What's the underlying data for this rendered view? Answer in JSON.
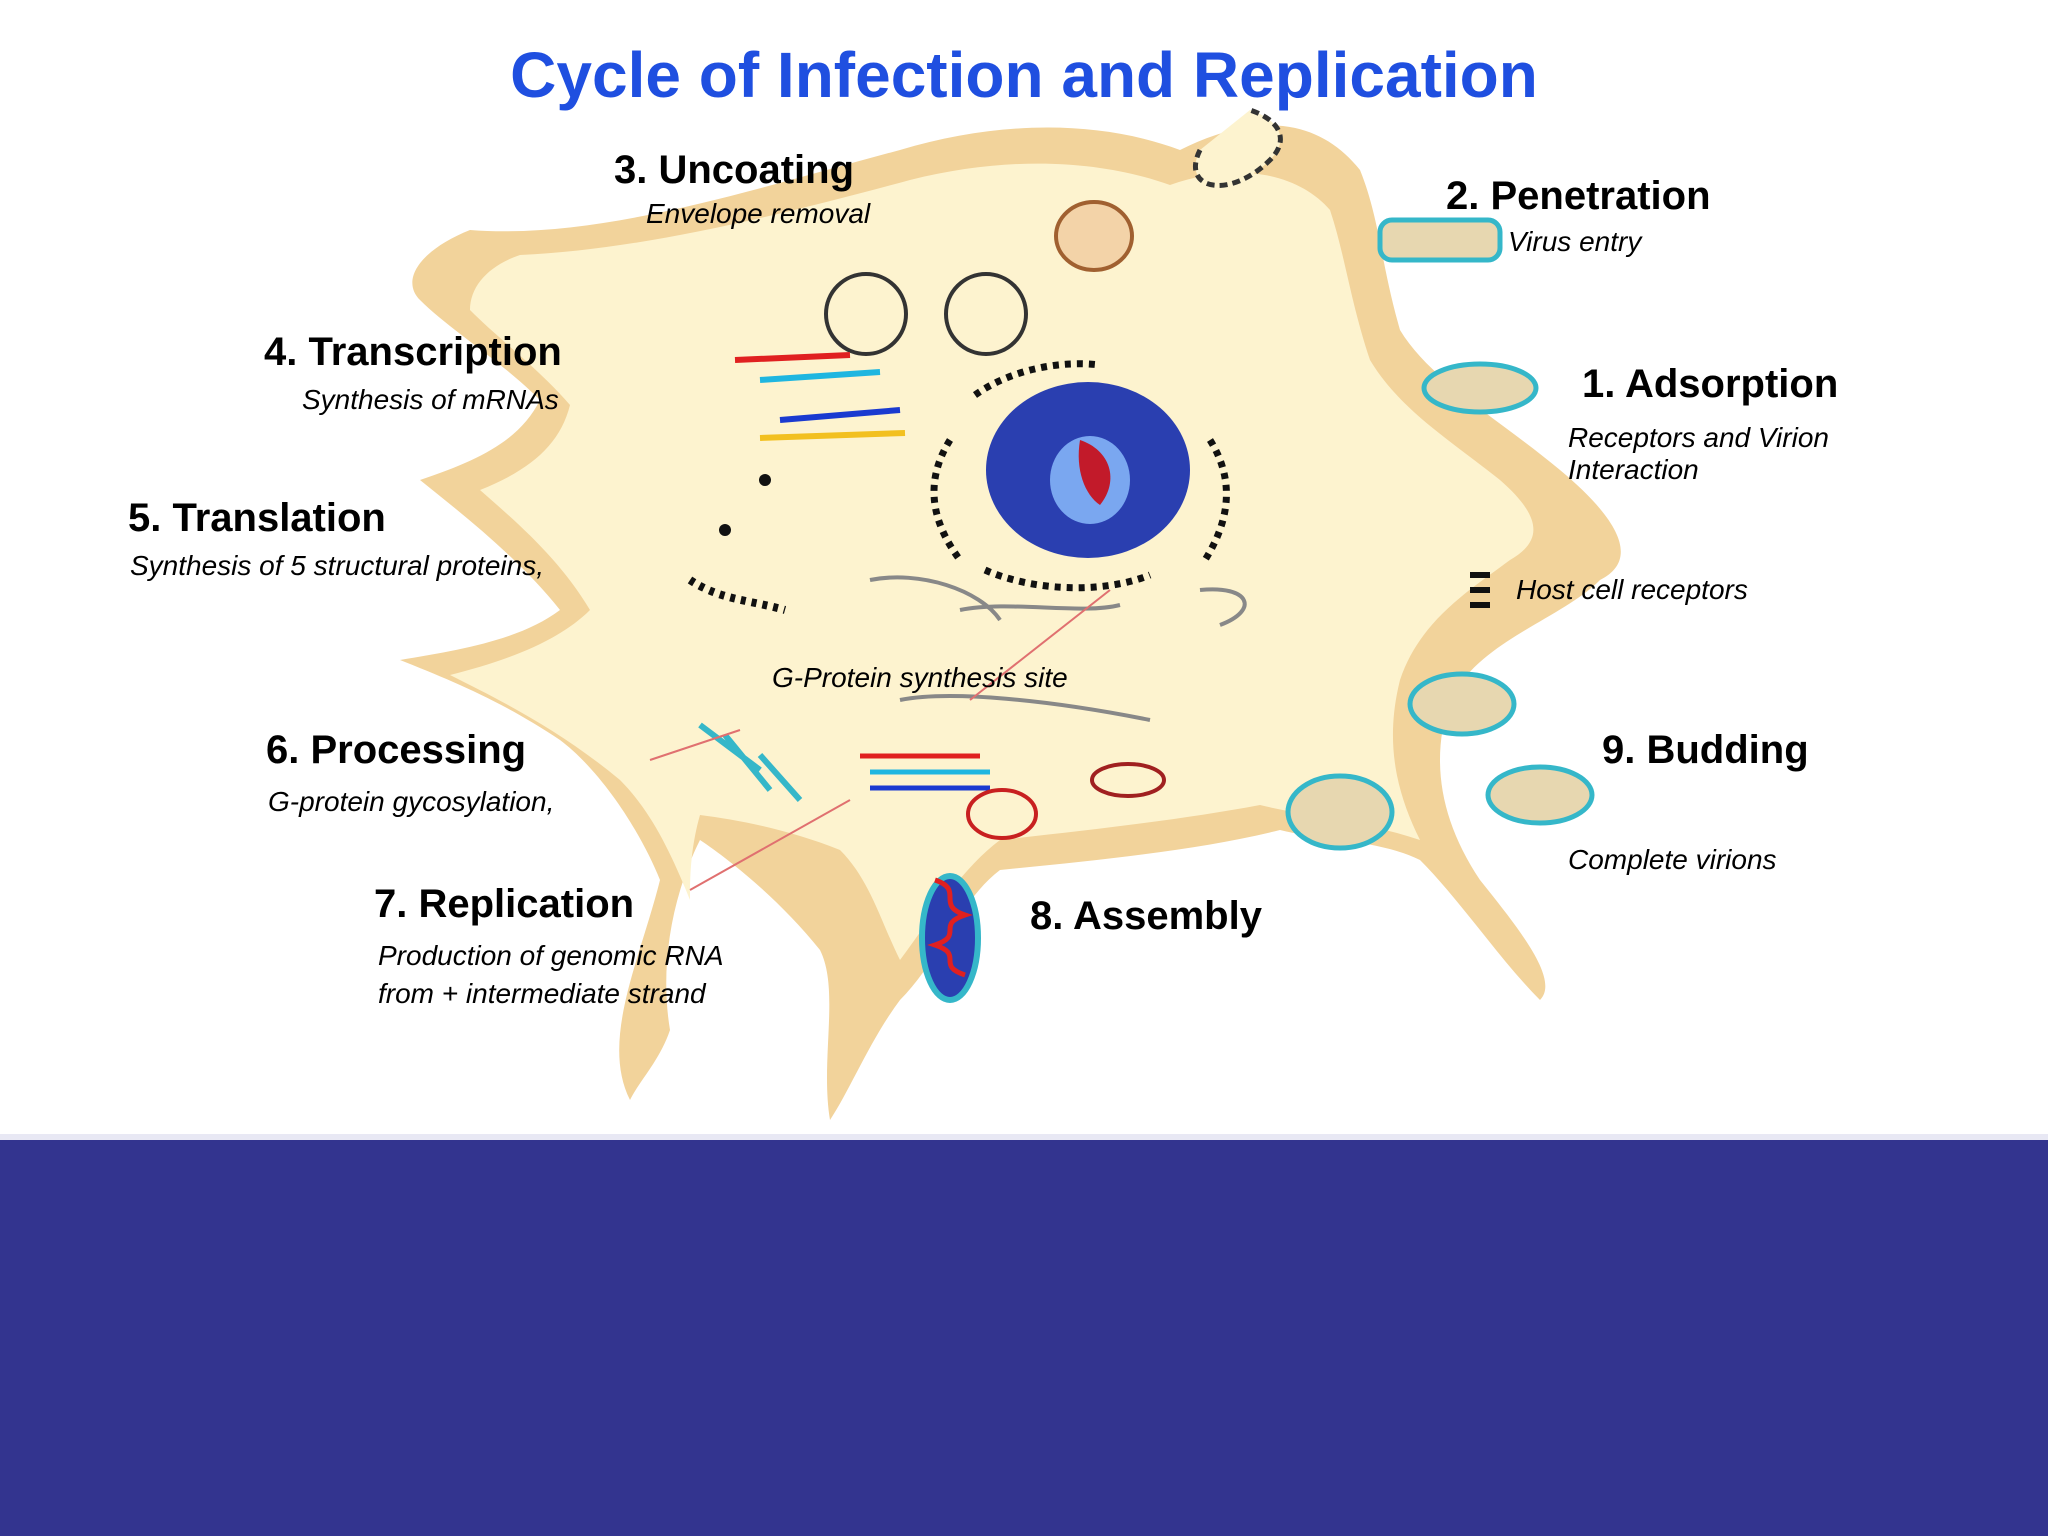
{
  "title": "Cycle of Infection and Replication",
  "steps": {
    "adsorption": {
      "label": "1. Adsorption",
      "desc_line1": "Receptors and Virion",
      "desc_line2": "Interaction"
    },
    "penetration": {
      "label": "2. Penetration",
      "desc": "Virus entry"
    },
    "uncoating": {
      "label": "3. Uncoating",
      "desc": "Envelope removal"
    },
    "transcription": {
      "label": "4. Transcription",
      "desc": "Synthesis of mRNAs"
    },
    "translation": {
      "label": "5. Translation",
      "desc": "Synthesis of 5 structural proteins,"
    },
    "processing": {
      "label": "6. Processing",
      "desc": "G-protein gycosylation,"
    },
    "replication": {
      "label": "7. Replication",
      "desc_line1": "Production of genomic RNA",
      "desc_line2": "from + intermediate strand"
    },
    "assembly": {
      "label": "8. Assembly"
    },
    "budding": {
      "label": "9. Budding",
      "desc": "Complete virions"
    }
  },
  "annotations": {
    "host_cell_receptors": "Host cell receptors",
    "g_protein_site": "G-Protein synthesis site"
  },
  "colors": {
    "title": "#1f4fe0",
    "cell_fill": "#fdf3cf",
    "membrane": "#f2d39b",
    "nucleus": "#2a3fb0",
    "background_band": "#33348f"
  }
}
